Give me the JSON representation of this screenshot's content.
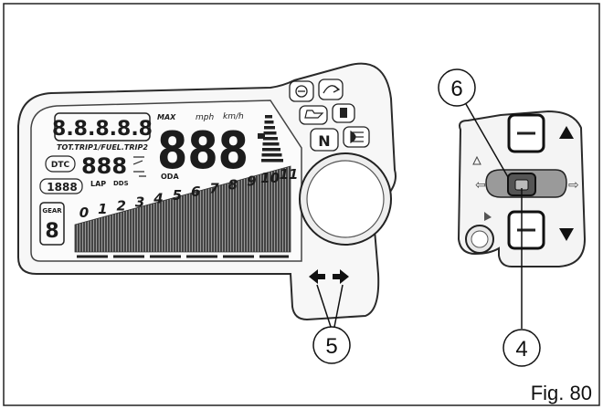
{
  "display": {
    "odometer_digits": "8.8.8.8.8",
    "trip_label": "TOT.TRIP1/FUEL.TRIP2",
    "dtc_label": "DTC",
    "lap_digits": "888",
    "lap_label": "LAP",
    "dds_label": "DDS",
    "small_digits": "1888",
    "gear_label": "GEAR",
    "gear_digit": "8",
    "max_label": "MAX",
    "speed_units": [
      "mph",
      "km/h"
    ],
    "speed_digits": "888",
    "oda_label": "ODA",
    "rpm_scale": [
      "0",
      "1",
      "2",
      "3",
      "4",
      "5",
      "6",
      "7",
      "8",
      "9",
      "10",
      "11"
    ]
  },
  "warning_panel": {
    "neutral_label": "N"
  },
  "callouts": {
    "arrows": "5",
    "switch_center": "4",
    "switch_rocker": "6"
  },
  "caption": "Fig. 80"
}
